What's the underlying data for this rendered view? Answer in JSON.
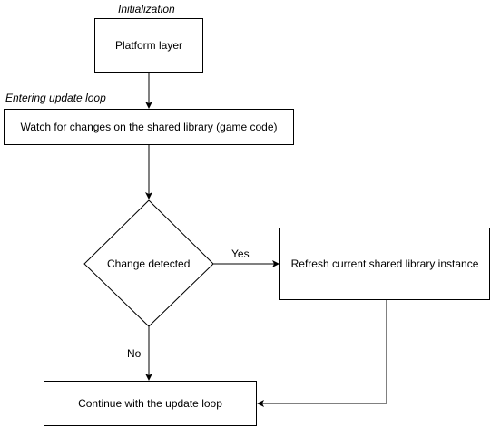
{
  "annotations": {
    "initialization": "Initialization",
    "entering_loop": "Entering update loop"
  },
  "nodes": {
    "platform": "Platform layer",
    "watch": "Watch for changes on the shared library (game code)",
    "decision": "Change detected",
    "refresh": "Refresh current shared library instance",
    "continue": "Continue with the update loop"
  },
  "edges": {
    "yes": "Yes",
    "no": "No"
  },
  "colors": {
    "stroke": "#000000",
    "fill": "#ffffff"
  }
}
